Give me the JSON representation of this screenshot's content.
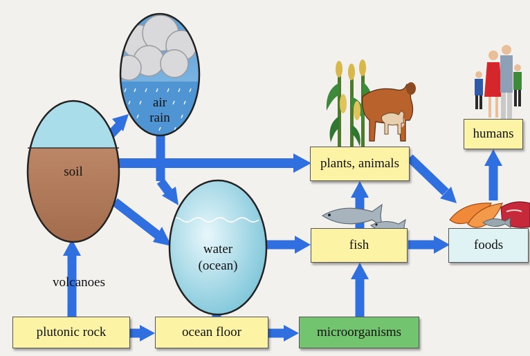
{
  "labels": {
    "air": "air",
    "rain": "rain",
    "soil": "soil",
    "water": "water",
    "ocean": "(ocean)",
    "volcanoes": "volcanoes",
    "plutonic_rock": "plutonic rock",
    "ocean_floor": "ocean floor",
    "microorganisms": "microorganisms",
    "plants_animals": "plants, animals",
    "fish": "fish",
    "foods": "foods",
    "humans": "humans"
  },
  "colors": {
    "arrow": "#2f6fe0",
    "box_yellow": "#fdf3a4",
    "box_green": "#73c46e",
    "box_cyan": "#dff2f4",
    "soil": "#b98462",
    "water": "#9fd6e4"
  }
}
